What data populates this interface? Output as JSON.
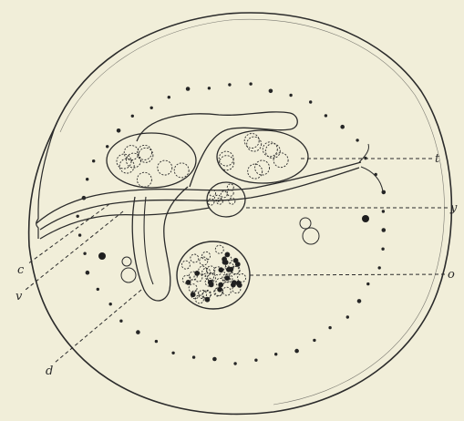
{
  "figure": {
    "labels": {
      "t": "t",
      "y": "y",
      "o": "o",
      "c": "c",
      "v": "v",
      "d": "d"
    }
  }
}
